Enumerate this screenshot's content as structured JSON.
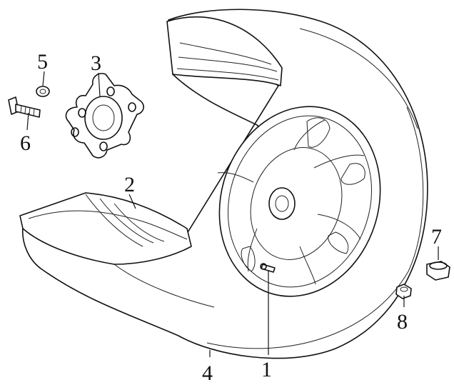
{
  "diagram": {
    "callouts": [
      {
        "id": "callout-1",
        "text": "1"
      },
      {
        "id": "callout-2",
        "text": "2"
      },
      {
        "id": "callout-3",
        "text": "3"
      },
      {
        "id": "callout-4",
        "text": "4"
      },
      {
        "id": "callout-5",
        "text": "5"
      },
      {
        "id": "callout-6",
        "text": "6"
      },
      {
        "id": "callout-7",
        "text": "7"
      },
      {
        "id": "callout-8",
        "text": "8"
      }
    ],
    "parts": [
      {
        "name": "valve-stem",
        "callout": "1"
      },
      {
        "name": "tire-cutaway-section",
        "callout": "2"
      },
      {
        "name": "hub-flange",
        "callout": "3"
      },
      {
        "name": "tire",
        "callout": "4"
      },
      {
        "name": "washer",
        "callout": "5"
      },
      {
        "name": "stud-bolt",
        "callout": "6"
      },
      {
        "name": "wheel-nut",
        "callout": "7"
      },
      {
        "name": "small-nut",
        "callout": "8"
      }
    ]
  }
}
